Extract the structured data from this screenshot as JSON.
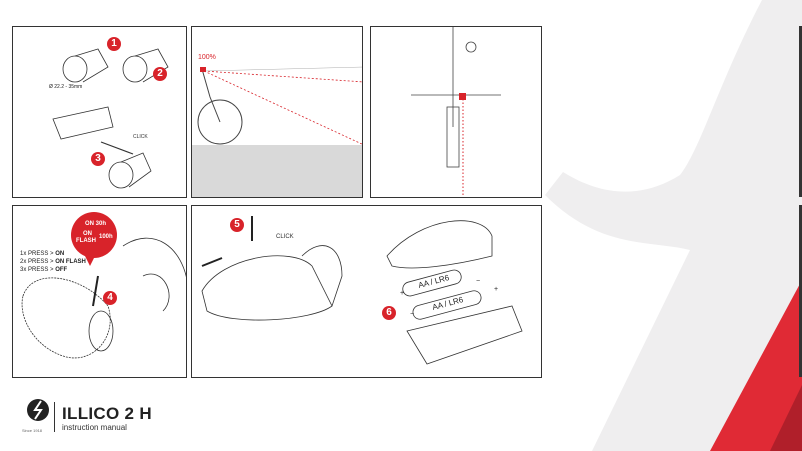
{
  "document": {
    "title": "ILLICO 2 H",
    "subtitle": "instruction manual",
    "brand_tagline": "Since 1918",
    "colors": {
      "accent": "#d8232a",
      "accent_dark": "#b01f2a",
      "swoosh": "#efeeef"
    }
  },
  "panels": {
    "mount": {
      "steps": [
        "1",
        "2",
        "3"
      ],
      "diameter": "Ø 22.2 - 35mm",
      "click": "CLICK"
    },
    "beam": {
      "angle_label": "100%"
    },
    "front_view": {},
    "modes": {
      "step": "4",
      "bubble": {
        "line1": "ON 30h",
        "line2": "ON",
        "line3": "FLASH",
        "line4": "100h"
      },
      "press_lines": [
        {
          "count": "1x",
          "text": "PRESS >",
          "mode": "ON"
        },
        {
          "count": "2x",
          "text": "PRESS >",
          "mode": "ON FLASH"
        },
        {
          "count": "3x",
          "text": "PRESS >",
          "mode": "OFF"
        }
      ]
    },
    "battery": {
      "steps": [
        "5",
        "6"
      ],
      "click": "CLICK",
      "battery_label": "AA / LR6",
      "plus": "+",
      "minus": "−"
    }
  }
}
